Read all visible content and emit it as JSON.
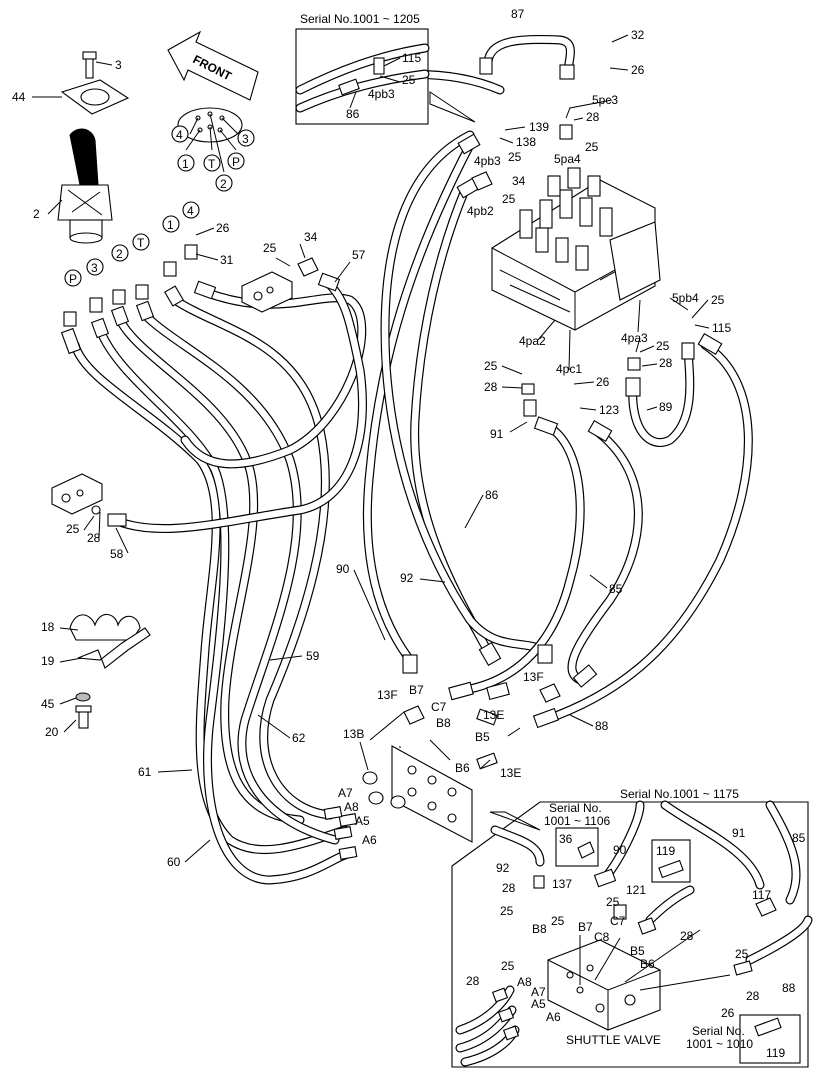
{
  "front_label": "FRONT",
  "insets": {
    "top": {
      "title": "Serial No.1001 ~ 1205",
      "labels": [
        "115",
        "25",
        "4pb3",
        "86"
      ]
    },
    "bottom": {
      "title": "Serial No.1001 ~ 1175",
      "sub_title_line1": "Serial No.",
      "sub_title_line2": "1001 ~ 1106",
      "sub_part": "36",
      "part_119_top": "119",
      "footer_line1": "Serial No.",
      "footer_line2": "1001 ~ 1010",
      "footer_part": "119",
      "caption": "SHUTTLE VALVE"
    }
  },
  "joystick_port_badges": [
    "4",
    "1",
    "T",
    "P",
    "3",
    "2"
  ],
  "hose_end_badges": [
    "P",
    "3",
    "2",
    "T",
    "1",
    "4"
  ],
  "callouts": [
    "3",
    "44",
    "2",
    "26",
    "31",
    "25",
    "34",
    "57",
    "87",
    "32",
    "26",
    "5pc3",
    "139",
    "138",
    "28",
    "25",
    "4pb3",
    "5pa4",
    "25",
    "34",
    "25",
    "4pb2",
    "5pb4",
    "25",
    "115",
    "4pa3",
    "25",
    "28",
    "4pa2",
    "25",
    "28",
    "4pc1",
    "26",
    "123",
    "89",
    "91",
    "86",
    "25",
    "28",
    "58",
    "90",
    "92",
    "85",
    "18",
    "19",
    "45",
    "20",
    "59",
    "B7",
    "13F",
    "C7",
    "B8",
    "13E",
    "13F",
    "88",
    "62",
    "13B",
    "B5",
    "B6",
    "13E",
    "61",
    "A7",
    "A8",
    "A5",
    "A6",
    "60"
  ],
  "bottom_inset_callouts": [
    "90",
    "91",
    "85",
    "92",
    "137",
    "28",
    "25",
    "25",
    "B7",
    "B8",
    "121",
    "25",
    "C7",
    "C8",
    "28",
    "117",
    "B5",
    "B6",
    "25",
    "88",
    "28",
    "26",
    "28",
    "25",
    "A8",
    "A7",
    "A5",
    "A6"
  ]
}
